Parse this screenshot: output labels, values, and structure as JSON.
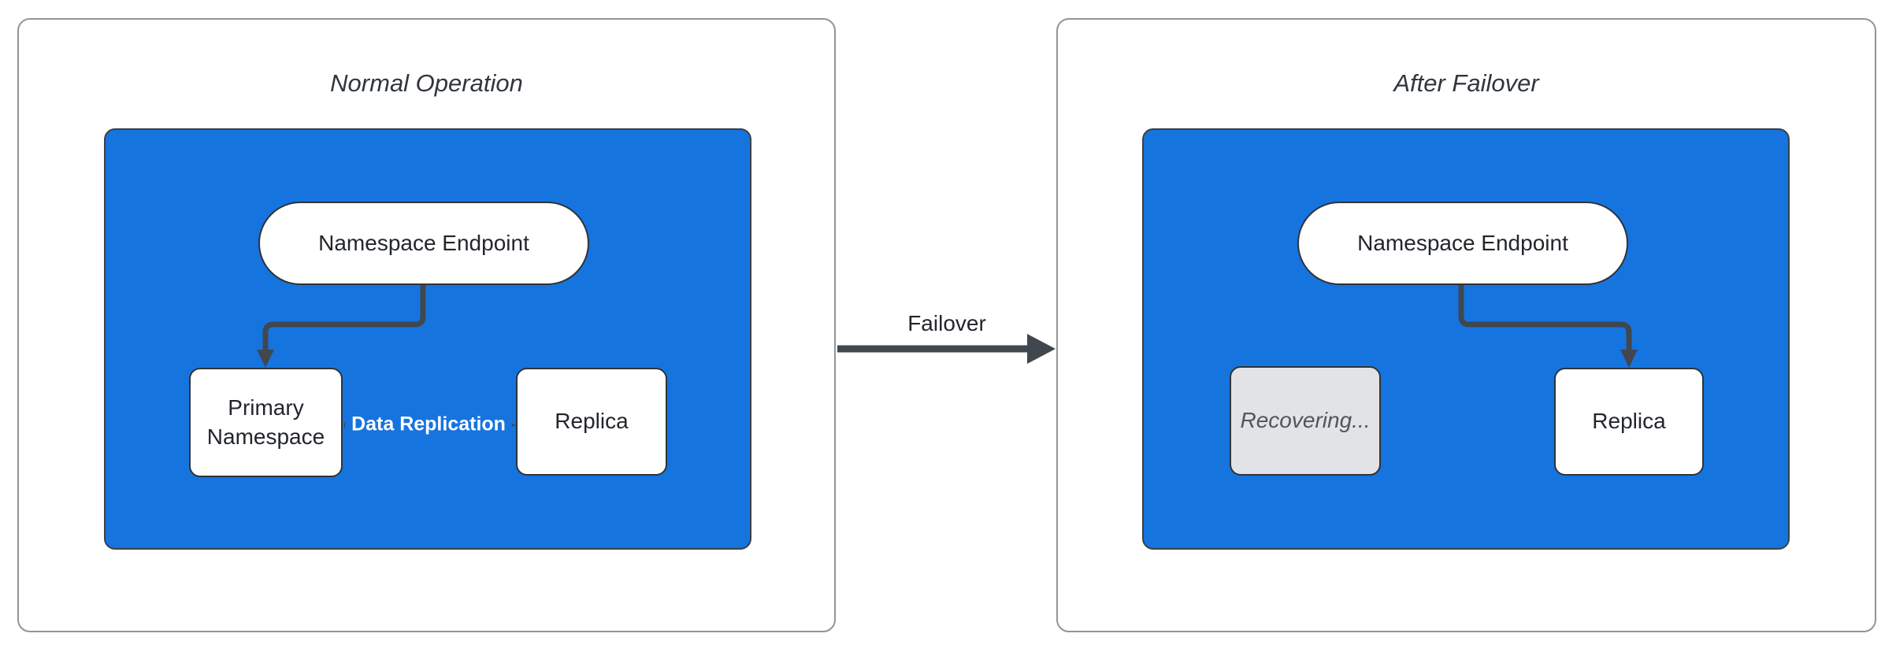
{
  "diagram": {
    "panels": [
      {
        "title": "Normal Operation",
        "nodes": {
          "endpoint": "Namespace Endpoint",
          "primary": "Primary Namespace",
          "replica": "Replica"
        },
        "edge_label": "Data Replication"
      },
      {
        "title": "After Failover",
        "nodes": {
          "endpoint": "Namespace Endpoint",
          "recovering": "Recovering...",
          "replica": "Replica"
        }
      }
    ],
    "transition_label": "Failover"
  },
  "colors": {
    "cluster_blue": "#1674df",
    "edge_dark": "#40474f",
    "panel_border": "#8f959a",
    "cluster_border": "#3a4046",
    "node_border": "#2e3338",
    "node_text": "#22262b",
    "title_text": "#30363c",
    "recovering_fill": "#e1e3e6",
    "recovering_text": "#4f565e",
    "canvas_bg": "#ffffff"
  }
}
